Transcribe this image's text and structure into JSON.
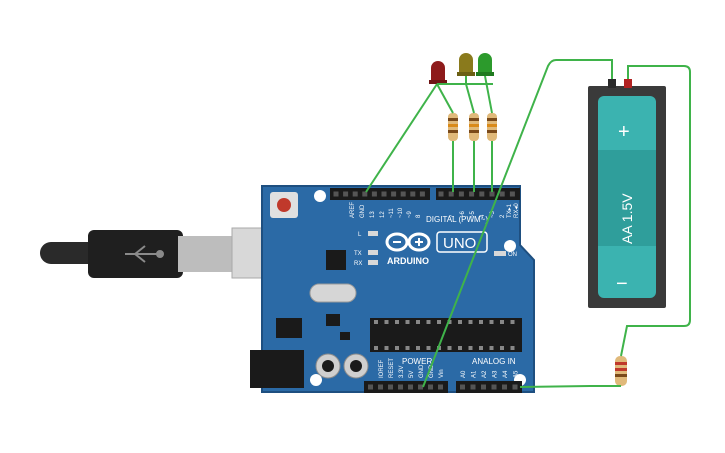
{
  "board": {
    "brand": "ARDUINO",
    "model": "UNO",
    "digital_label": "DIGITAL (PWM~)",
    "power_label": "POWER",
    "analog_label": "ANALOG IN",
    "on_label": "ON",
    "led_l": "L",
    "led_tx": "TX",
    "led_rx": "RX",
    "top_pins": [
      "AREF",
      "GND",
      "13",
      "12",
      "~11",
      "~10",
      "~9",
      "8",
      "7",
      "~6",
      "~5",
      "4",
      "~3",
      "2",
      "TX▸1",
      "RX◂0"
    ],
    "power_pins": [
      "IOREF",
      "RESET",
      "3.3V",
      "5V",
      "GND",
      "GND",
      "Vin"
    ],
    "analog_pins": [
      "A0",
      "A1",
      "A2",
      "A3",
      "A4",
      "A5"
    ]
  },
  "battery": {
    "label": "AA 1.5V",
    "plus": "+",
    "minus": "−"
  },
  "colors": {
    "board": "#2b6aa6",
    "wire": "#3fb34a",
    "battery": "#3bb3b0",
    "led_red": "#8e1b1b",
    "led_yellow": "#8a7a1c",
    "led_green": "#2c9a2c"
  },
  "leds": [
    {
      "color": "red"
    },
    {
      "color": "yellow"
    },
    {
      "color": "green"
    }
  ]
}
